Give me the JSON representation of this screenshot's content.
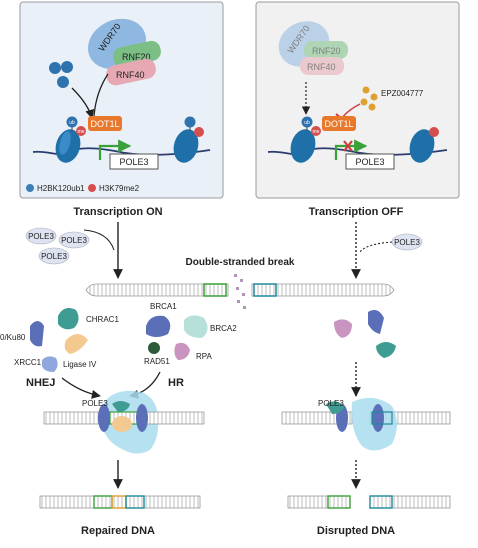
{
  "panels": {
    "left": {
      "title": "Transcription ON",
      "complex": [
        "WDR70",
        "RNF20",
        "RNF40"
      ],
      "ub_label": "ub",
      "me_label": "me",
      "enzyme": "DOT1L",
      "gene": "POLE3",
      "legend": [
        {
          "label": "H2BK120ub1",
          "color": "#3a7fb8"
        },
        {
          "label": "H3K79me2",
          "color": "#d64f4f"
        }
      ]
    },
    "right": {
      "title": "Transcription OFF",
      "complex": [
        "WDR70",
        "RNF20",
        "RNF40"
      ],
      "ub_label": "ub",
      "me_label": "me",
      "enzyme": "DOT1L",
      "inhibitor": "EPZ004777",
      "gene": "POLE3"
    }
  },
  "middle": {
    "break_label": "Double-stranded break",
    "pole3_left": [
      "POLE3",
      "POLE3",
      "POLE3"
    ],
    "pole3_right": "POLE3"
  },
  "repair": {
    "nhej": {
      "label": "NHEJ",
      "proteins": [
        "CHRAC1",
        "0/Ku80",
        "Ligase IV",
        "XRCC1"
      ]
    },
    "hr": {
      "label": "HR",
      "proteins": [
        "BRCA1",
        "BRCA2",
        "RAD51",
        "RPA"
      ]
    },
    "pole3_left": "POLE3",
    "pole3_right": "POLE3"
  },
  "outcomes": {
    "left": "Repaired DNA",
    "right": "Disrupted DNA"
  },
  "colors": {
    "panel_left_bg": "#eaf0f8",
    "panel_right_bg": "#f1f1f1",
    "wdr70": "#8fb8e0",
    "rnf20": "#7bbf84",
    "rnf40": "#e6a9b4",
    "dot1l": "#e8782c",
    "nucleosome": "#1f6fa8",
    "arrow_green": "#3aa13a",
    "inhibitor_red": "#d23b3b"
  }
}
